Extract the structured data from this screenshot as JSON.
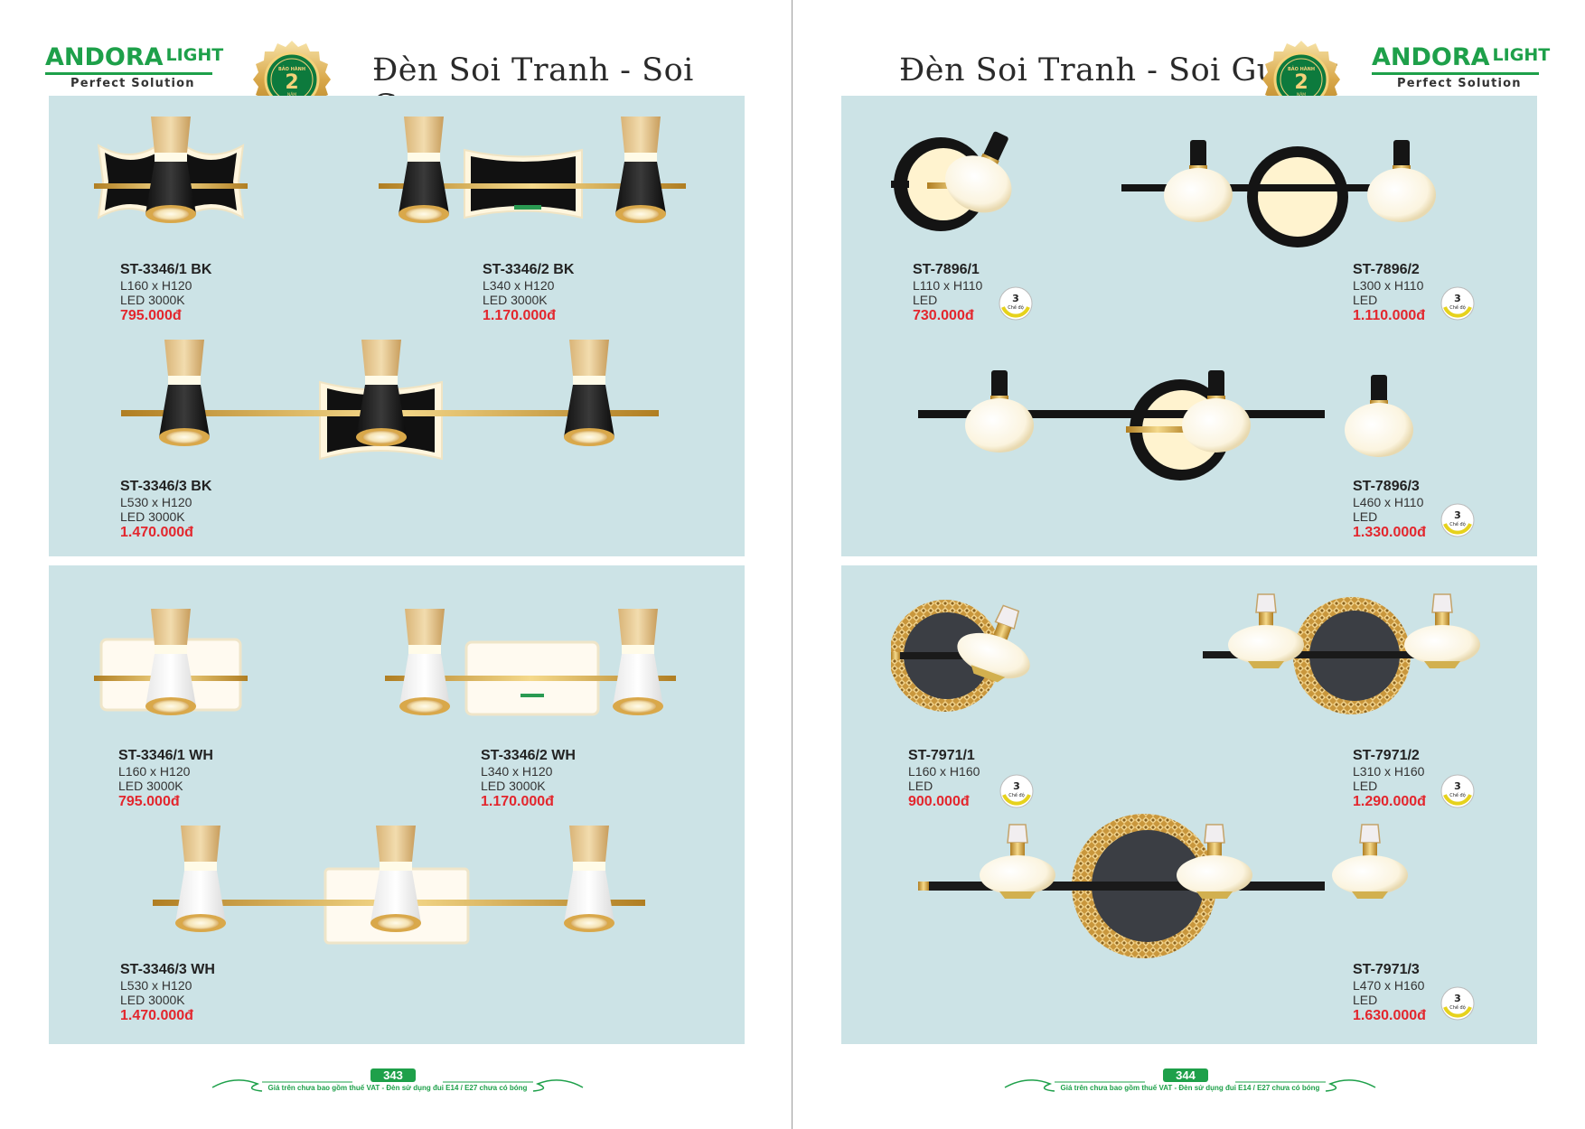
{
  "brand": {
    "name": "ANDORA",
    "light": "LIGHT",
    "tagline": "Perfect Solution"
  },
  "warranty_seal": {
    "top_text": "BẢO HÀNH",
    "number": "2",
    "bottom_text": "NĂM"
  },
  "feature_badge": {
    "number": "3",
    "text": "Chế độ"
  },
  "colors": {
    "brand_green": "#1ea04a",
    "panel_bg": "#cce3e6",
    "price_red": "#e3262d",
    "seal_gold": "#d8a628"
  },
  "footer_note": "Giá trên chưa bao gồm thuế VAT - Đèn sử dụng đui E14 / E27 chưa có bóng",
  "left_page": {
    "title": "Đèn Soi Tranh - Soi Gương",
    "page_number": "343",
    "products": [
      {
        "code": "ST-3346/1 BK",
        "size": "L160 x H120",
        "light": "LED 3000K",
        "price": "795.000đ"
      },
      {
        "code": "ST-3346/2 BK",
        "size": "L340 x H120",
        "light": "LED 3000K",
        "price": "1.170.000đ"
      },
      {
        "code": "ST-3346/3 BK",
        "size": "L530 x H120",
        "light": "LED 3000K",
        "price": "1.470.000đ"
      },
      {
        "code": "ST-3346/1 WH",
        "size": "L160 x H120",
        "light": "LED 3000K",
        "price": "795.000đ"
      },
      {
        "code": "ST-3346/2 WH",
        "size": "L340 x H120",
        "light": "LED 3000K",
        "price": "1.170.000đ"
      },
      {
        "code": "ST-3346/3 WH",
        "size": "L530 x H120",
        "light": "LED 3000K",
        "price": "1.470.000đ"
      }
    ]
  },
  "right_page": {
    "title": "Đèn Soi Tranh - Soi Gương",
    "page_number": "344",
    "products": [
      {
        "code": "ST-7896/1",
        "size": "L110 x H110",
        "light": "LED",
        "price": "730.000đ"
      },
      {
        "code": "ST-7896/2",
        "size": "L300 x H110",
        "light": "LED",
        "price": "1.110.000đ"
      },
      {
        "code": "ST-7896/3",
        "size": "L460 x H110",
        "light": "LED",
        "price": "1.330.000đ"
      },
      {
        "code": "ST-7971/1",
        "size": "L160 x H160",
        "light": "LED",
        "price": "900.000đ"
      },
      {
        "code": "ST-7971/2",
        "size": "L310 x H160",
        "light": "LED",
        "price": "1.290.000đ"
      },
      {
        "code": "ST-7971/3",
        "size": "L470 x H160",
        "light": "LED",
        "price": "1.630.000đ"
      }
    ]
  }
}
